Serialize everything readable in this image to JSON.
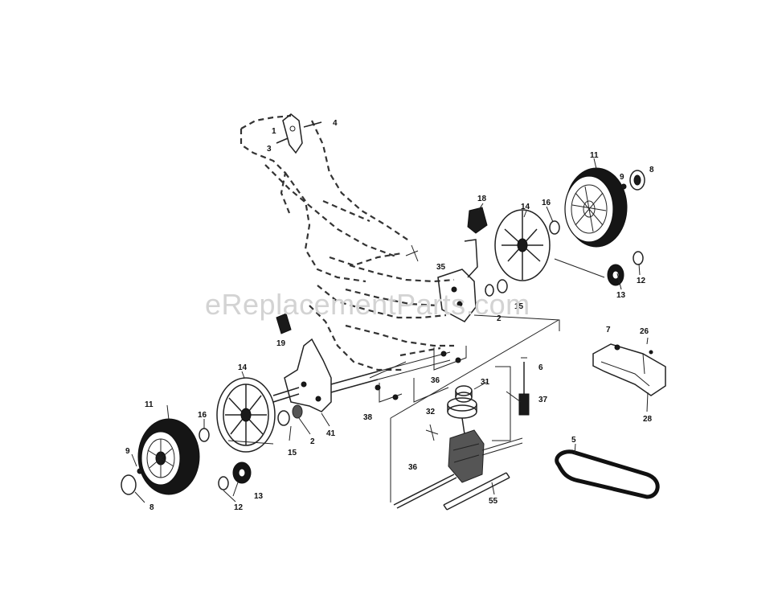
{
  "watermark": "eReplacementParts.com",
  "callouts": {
    "c_1": "1",
    "c_3": "3",
    "c_4": "4",
    "c_11_r": "11",
    "c_9_r": "9",
    "c_8_r": "8",
    "c_18": "18",
    "c_14_r": "14",
    "c_16_r": "16",
    "c_35": "35",
    "c_15_r": "15",
    "c_2_r": "2",
    "c_12_r": "12",
    "c_13_r": "13",
    "c_7": "7",
    "c_26": "26",
    "c_28": "28",
    "c_19": "19",
    "c_14_l": "14",
    "c_36_a": "36",
    "c_31": "31",
    "c_6": "6",
    "c_37": "37",
    "c_32": "32",
    "c_38": "38",
    "c_41": "41",
    "c_11_l": "11",
    "c_16_l": "16",
    "c_15_l": "15",
    "c_2_l": "2",
    "c_9_l": "9",
    "c_8_l": "8",
    "c_12_l": "12",
    "c_13_l": "13",
    "c_36_b": "36",
    "c_5": "5",
    "c_55": "55"
  }
}
